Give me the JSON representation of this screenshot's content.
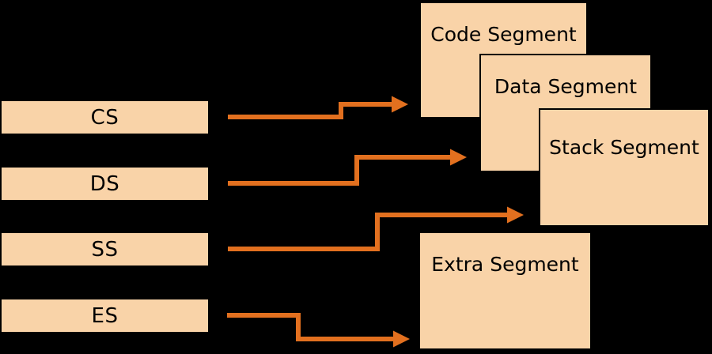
{
  "registers": [
    {
      "label": "CS"
    },
    {
      "label": "DS"
    },
    {
      "label": "SS"
    },
    {
      "label": "ES"
    }
  ],
  "segments": [
    {
      "label": "Code Segment"
    },
    {
      "label": "Data Segment"
    },
    {
      "label": "Stack Segment"
    },
    {
      "label": "Extra Segment"
    }
  ],
  "colors": {
    "background": "#000000",
    "box_fill": "#F9D3A8",
    "box_border": "#000000",
    "arrow": "#E2701F",
    "text": "#000000"
  }
}
